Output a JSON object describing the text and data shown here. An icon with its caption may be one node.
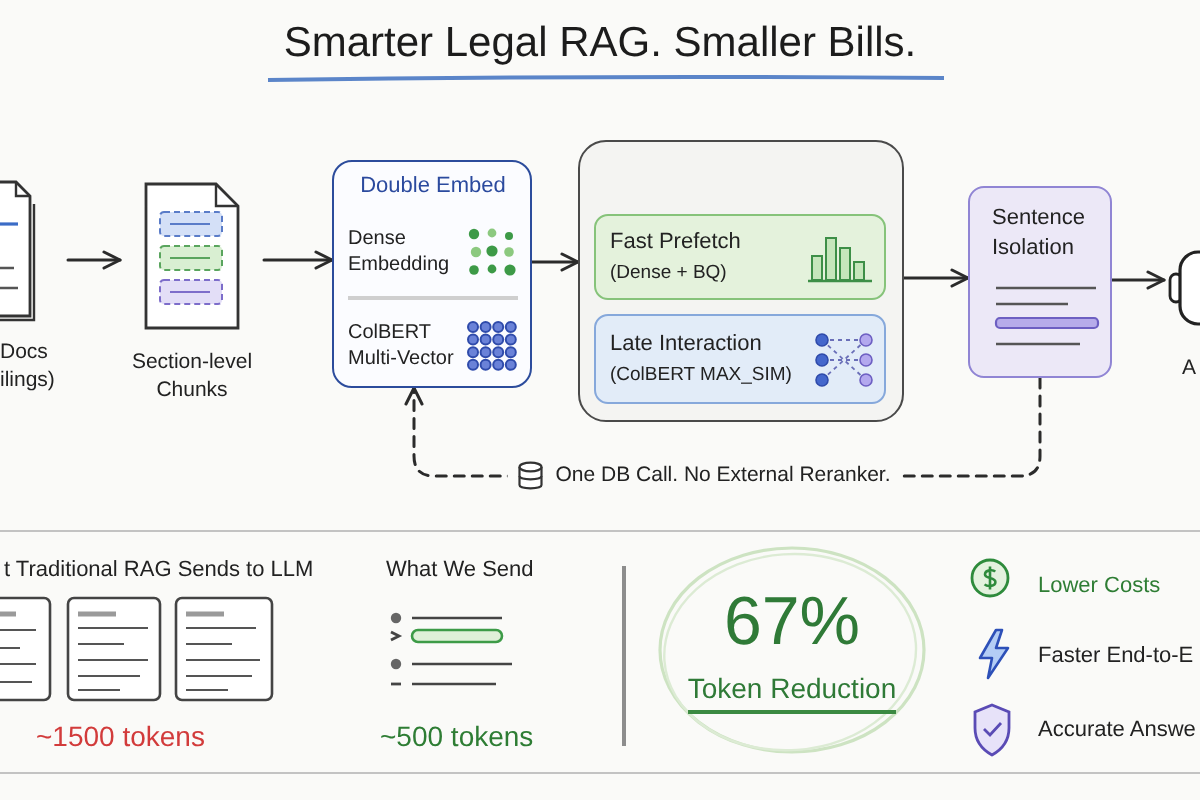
{
  "diagram": {
    "title": "Smarter Legal RAG. Smaller Bills.",
    "nodes": [
      {
        "text": [
          "Docs ilings)"
        ]
      },
      {
        "text": [
          "Section-level Chunks"
        ]
      },
      {
        "text": [
          "Double Embed",
          "Dense Embedding",
          "ColBERT Multi-Vector"
        ]
      },
      {
        "text": [],
        "shape": "box"
      },
      {
        "text": [
          "Fast Prefetch",
          "(Dense + BQ)"
        ],
        "in": 3
      },
      {
        "text": [
          "Late Interaction",
          "(ColBERT MAX_SIM)"
        ],
        "in": 3
      },
      {
        "text": [
          "Sentence Isolation"
        ]
      },
      {
        "text": [
          "A"
        ]
      },
      {
        "text": [
          "67%",
          "Token Reduction"
        ]
      }
    ],
    "edges": [
      {
        "from": 0,
        "to": 1,
        "arrow": "to"
      },
      {
        "from": 1,
        "to": 2,
        "arrow": "to"
      },
      {
        "from": 2,
        "to": 3,
        "arrow": "to"
      },
      {
        "from": 3,
        "to": 6,
        "arrow": "to"
      },
      {
        "from": 6,
        "to": 7,
        "arrow": "to"
      },
      {
        "from": 6,
        "to": 2,
        "arrow": "to",
        "style": "dashed",
        "label": "One DB Call. No External Reranker."
      }
    ],
    "labels": [
      "t Traditional RAG Sends to LLM",
      "~1500 tokens",
      "What We Send",
      "~500 tokens",
      "Lower Costs",
      "Faster End-to-E",
      "Accurate Answe"
    ]
  }
}
